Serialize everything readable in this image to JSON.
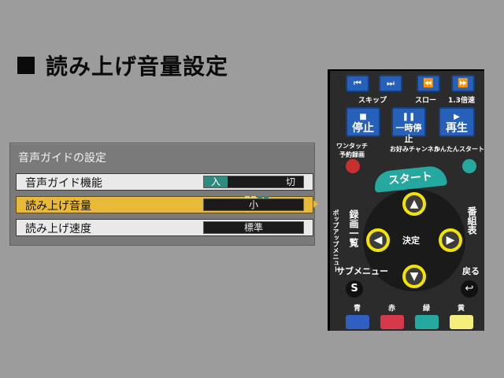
{
  "page": {
    "title": "読み上げ音量設定"
  },
  "menu": {
    "header": "音声ガイドの設定",
    "rows": [
      {
        "label": "音声ガイド機能",
        "on_label": "入",
        "off_label": "切"
      },
      {
        "label": "読み上げ音量",
        "value": "小"
      },
      {
        "label": "読み上げ速度",
        "value": "標準"
      }
    ]
  },
  "remote": {
    "skip_label": "スキップ",
    "slow_label": "スロー",
    "speed_label": "1.3倍速",
    "stop_label": "停止",
    "pause_label": "一時停止",
    "play_label": "再生",
    "onetouch_label": "ワンタッチ予約録画",
    "favorite_label": "お好みチャンネル",
    "easy_start_label": "かんたんスタート",
    "start_label": "スタート",
    "popup_label": "ポップアップメニュー",
    "recorded_list_label": "録画一覧",
    "program_table_label": "番組表",
    "enter_label": "決定",
    "submenu_label": "サブメニュー",
    "s_label": "S",
    "back_label": "戻る",
    "blue_label": "青",
    "red_label": "赤",
    "green_label": "緑",
    "yellow_label": "黄"
  },
  "colors": {
    "teal": "#25a8a0",
    "yellow_highlight": "#f0e400",
    "selected_row": "#e9b93a",
    "blue_button": "#2760b8"
  }
}
